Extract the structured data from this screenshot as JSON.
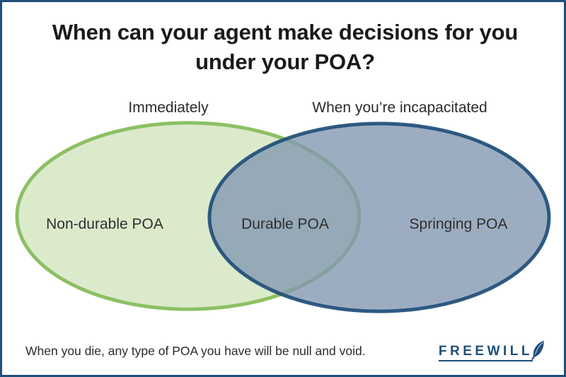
{
  "title": "When can your agent make decisions for you under your POA?",
  "captions": {
    "left": "Immediately",
    "right": "When you’re incapacitated"
  },
  "regions": {
    "left": "Non-durable POA",
    "center": "Durable POA",
    "right": "Springing POA"
  },
  "footnote": "When you die, any type of POA you have will be null and void.",
  "brand": {
    "wordmark": "FREEWILL",
    "icon": "quill-feather-icon"
  },
  "colors": {
    "border": "#1f4e79",
    "green_fill": "#d9e8c8",
    "green_stroke": "#8cc063",
    "blue_fill": "#9aa8bb",
    "blue_stroke": "#1f4e79",
    "overlap_fill": "#a3b89e",
    "title_text": "#1a1a1a",
    "body_text": "#2b2b2b",
    "background": "#ffffff"
  },
  "chart_data": {
    "type": "venn",
    "title": "When can your agent make decisions for you under your POA?",
    "sets": [
      {
        "name": "Immediately",
        "label": "Non-durable POA",
        "fill": "#d9e8c8",
        "stroke": "#8cc063",
        "position": "left"
      },
      {
        "name": "When you’re incapacitated",
        "label": "Springing POA",
        "fill": "#9aa8bb",
        "stroke": "#1f4e79",
        "position": "right"
      }
    ],
    "intersection": {
      "label": "Durable POA",
      "fill": "#a3b89e"
    },
    "annotation": "When you die, any type of POA you have will be null and void."
  }
}
